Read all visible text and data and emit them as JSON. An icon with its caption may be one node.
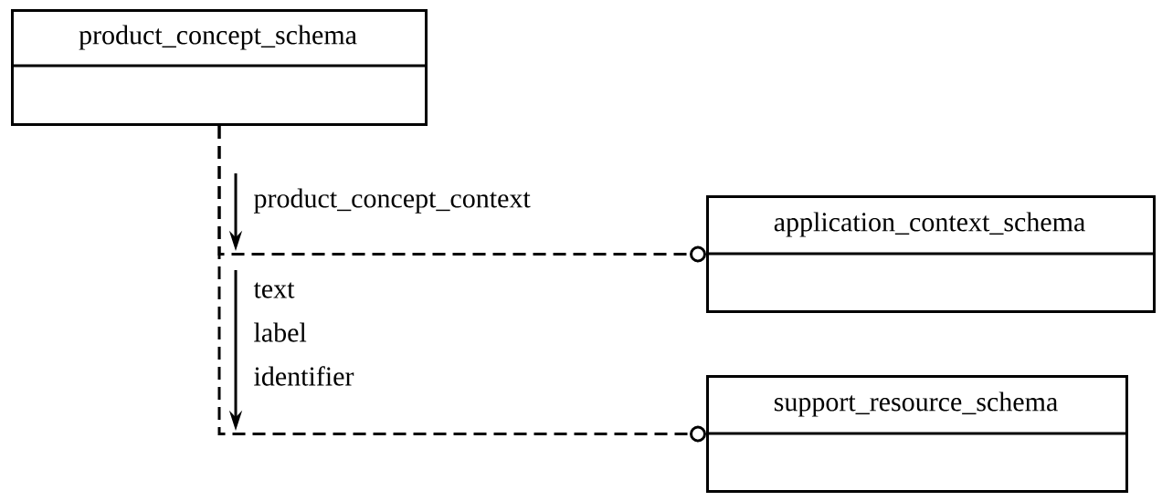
{
  "diagram": {
    "nodes": [
      {
        "text": [
          "product_concept_schema"
        ]
      },
      {
        "text": [
          "application_context_schema"
        ]
      },
      {
        "text": [
          "support_resource_schema"
        ]
      }
    ],
    "edges": [
      {
        "from": 0,
        "to": 1,
        "arrow": "other",
        "style": "dashed",
        "label": "product_concept_context"
      },
      {
        "from": 0,
        "to": 2,
        "arrow": "other",
        "style": "dashed",
        "label": "text label identifier"
      }
    ]
  }
}
